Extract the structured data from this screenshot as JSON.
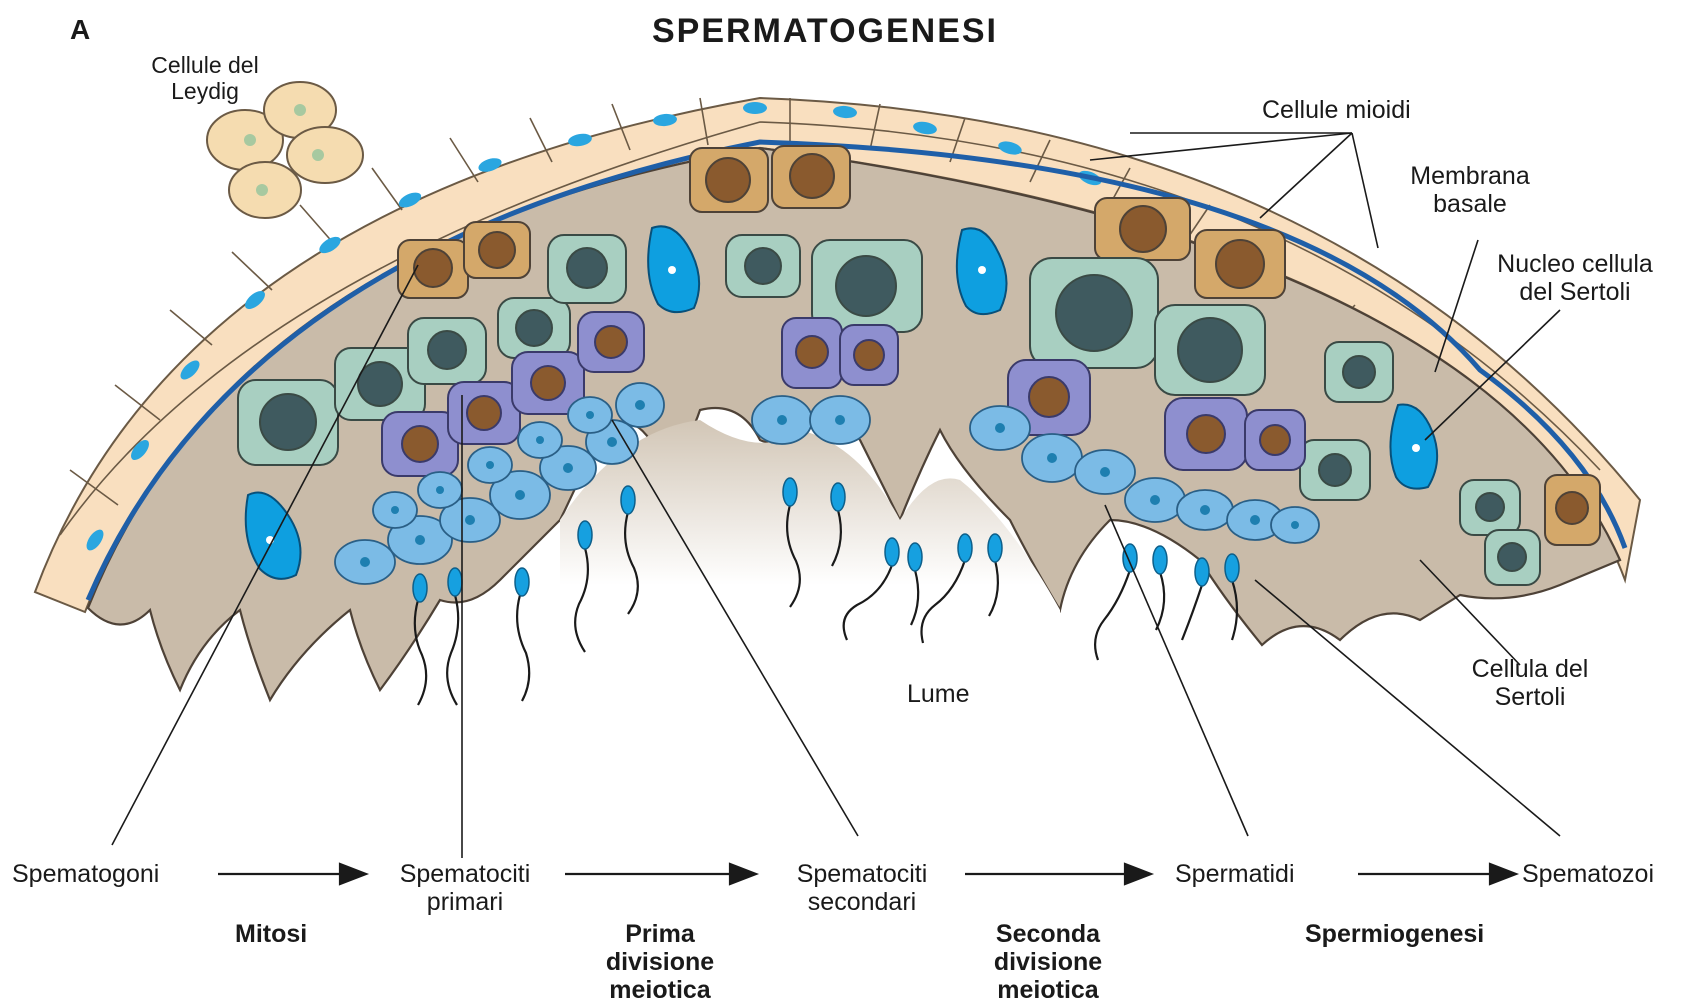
{
  "panel_letter": "A",
  "title": "SPERMATOGENESI",
  "labels": {
    "leydig": [
      "Cellule del",
      "Leydig"
    ],
    "mioidi": "Cellule mioidi",
    "membrana": [
      "Membrana",
      "basale"
    ],
    "nucleo": [
      "Nucleo cellula",
      "del Sertoli"
    ],
    "sertoli": [
      "Cellula del",
      "Sertoli"
    ],
    "lume": "Lume"
  },
  "stages": [
    "Spematogoni",
    [
      "Spematociti",
      "primari"
    ],
    [
      "Spematociti",
      "secondari"
    ],
    "Spermatidi",
    "Spematozoi"
  ],
  "processes": [
    "Mitosi",
    [
      "Prima",
      "divisione",
      "meiotica"
    ],
    [
      "Seconda",
      "divisione",
      "meiotica"
    ],
    "Spermiogenesi"
  ],
  "colors": {
    "myoid_cell": "#f9dfbf",
    "myoid_nucleus": "#2aa6e0",
    "basement_membrane": "#1f5fa8",
    "sertoli_cytoplasm": "#c9bba9",
    "spermatogonium": "#d4a86a",
    "spermatogonium_nucleus": "#8a5a2e",
    "primary_spermatocyte": "#a8cfc1",
    "primary_nucleus": "#3f5a5f",
    "secondary_spermatocyte": "#8e8fcf",
    "secondary_nucleus": "#8a5a2e",
    "spermatid": "#7bbbe6",
    "spermatid_nucleus": "#1e7fb0",
    "spermatozoon_head": "#16a0e0",
    "sertoli_nucleus": "#0e9fe0",
    "leydig_cell": "#f5dcb0",
    "leydig_nucleus": "#a7c9a0"
  }
}
